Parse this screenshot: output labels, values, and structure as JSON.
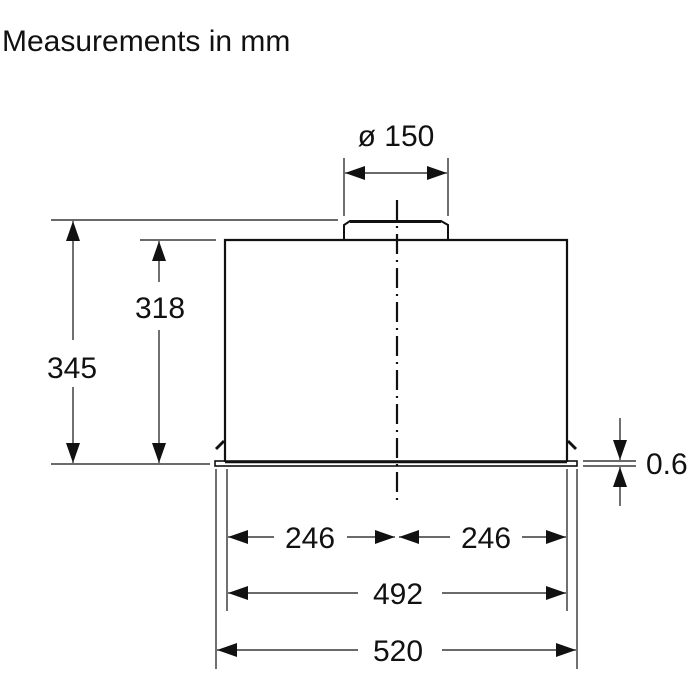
{
  "title": "Measurements in mm",
  "diagram": {
    "subject": "built-in extractor hood module, front view",
    "colors": {
      "line": "#111111",
      "background": "#ffffff"
    },
    "dimensions": {
      "outlet_diameter": "ø 150",
      "total_height": "345",
      "body_height": "318",
      "flange_thickness": "0.6",
      "left_half_width": "246",
      "right_half_width": "246",
      "body_width": "492",
      "flange_width": "520"
    }
  }
}
